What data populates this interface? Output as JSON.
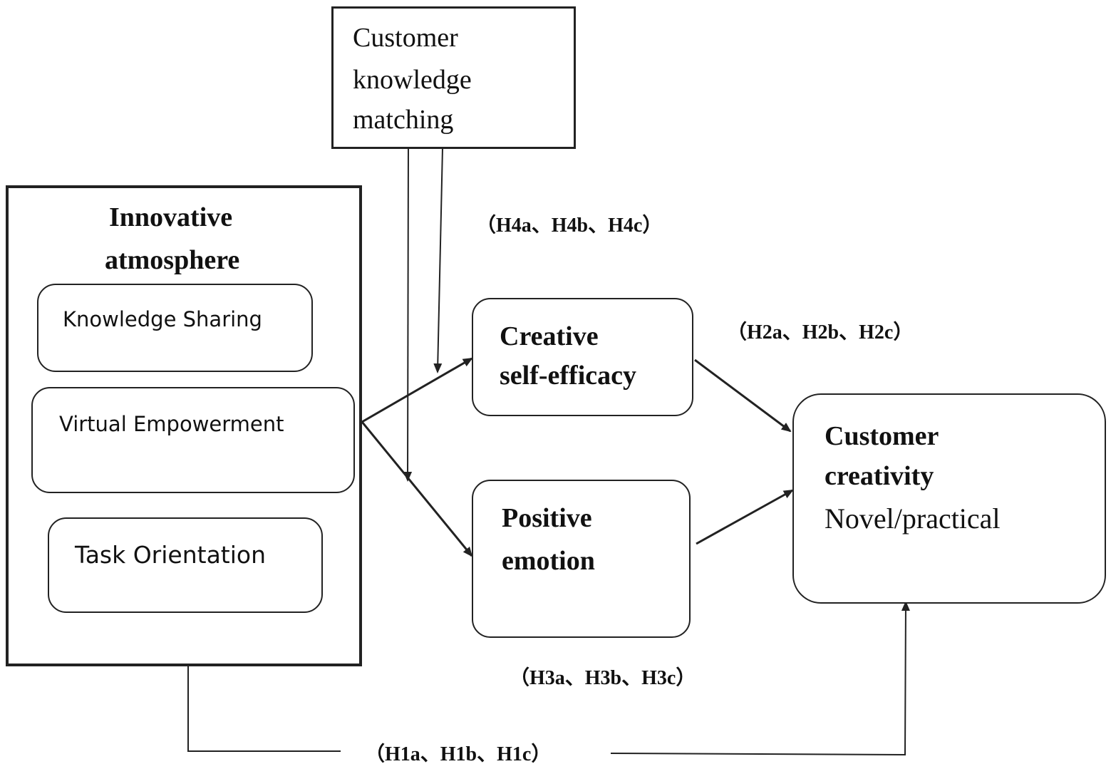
{
  "nodes": {
    "knowledge_matching": {
      "lines": [
        "Customer",
        "knowledge",
        "matching"
      ]
    },
    "innovative_atmosphere": {
      "title": [
        "Innovative",
        "atmosphere"
      ],
      "dimensions": [
        "Knowledge Sharing",
        "Virtual Empowerment",
        "Task Orientation"
      ]
    },
    "creative_self_efficacy": {
      "lines": [
        "Creative",
        "self-efficacy"
      ]
    },
    "positive_emotion": {
      "lines": [
        "Positive",
        "emotion"
      ]
    },
    "customer_creativity": {
      "lines": [
        "Customer",
        "creativity",
        "Novel/practical"
      ]
    }
  },
  "hypotheses": {
    "h1": "（H1a、H1b、H1c）",
    "h2": "（H2a、H2b、H2c）",
    "h3": "（H3a、H3b、H3c）",
    "h4": "（H4a、H4b、H4c）"
  },
  "colors": {
    "line": "#222222",
    "background": "#ffffff"
  }
}
